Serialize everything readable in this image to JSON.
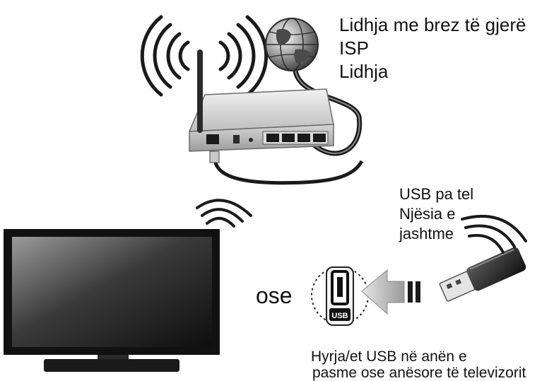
{
  "diagram": {
    "isp_label_lines": [
      "Lidhja me brez të gjerë",
      "ISP",
      "Lidhja"
    ],
    "usb_dongle_label_lines": [
      "USB pa tel",
      "Njësia e",
      "jashtme"
    ],
    "or_label": "ose",
    "port_label_lines": [
      "Hyrja/et USB në anën e",
      "pasme ose anësore të televizorit"
    ],
    "port_icon_text": "USB"
  }
}
